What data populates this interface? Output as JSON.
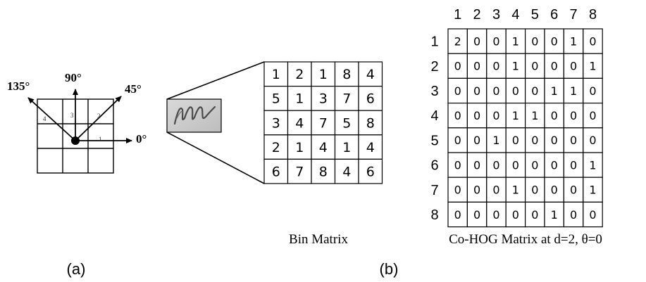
{
  "panel_a": {
    "caption": "(a)",
    "angle_labels": [
      "135°",
      "90°",
      "45°",
      "0°"
    ],
    "bin_labels": [
      "4",
      "3",
      "2",
      "1"
    ]
  },
  "panel_b": {
    "caption": "(b)",
    "bin_matrix": {
      "label": "Bin Matrix",
      "rows": [
        [
          1,
          2,
          1,
          8,
          4
        ],
        [
          5,
          1,
          3,
          7,
          6
        ],
        [
          3,
          4,
          7,
          5,
          8
        ],
        [
          2,
          1,
          4,
          1,
          4
        ],
        [
          6,
          7,
          8,
          4,
          6
        ]
      ]
    },
    "cohog_matrix": {
      "label": "Co-HOG Matrix at d=2, θ=0",
      "col_headers": [
        "1",
        "2",
        "3",
        "4",
        "5",
        "6",
        "7",
        "8"
      ],
      "row_headers": [
        "1",
        "2",
        "3",
        "4",
        "5",
        "6",
        "7",
        "8"
      ],
      "rows": [
        [
          2,
          0,
          0,
          1,
          0,
          0,
          1,
          0
        ],
        [
          0,
          0,
          0,
          1,
          0,
          0,
          0,
          1
        ],
        [
          0,
          0,
          0,
          0,
          0,
          1,
          1,
          0
        ],
        [
          0,
          0,
          0,
          1,
          1,
          0,
          0,
          0
        ],
        [
          0,
          0,
          1,
          0,
          0,
          0,
          0,
          0
        ],
        [
          0,
          0,
          0,
          0,
          0,
          0,
          0,
          1
        ],
        [
          0,
          0,
          0,
          1,
          0,
          0,
          0,
          1
        ],
        [
          0,
          0,
          0,
          0,
          0,
          1,
          0,
          0
        ]
      ]
    }
  }
}
